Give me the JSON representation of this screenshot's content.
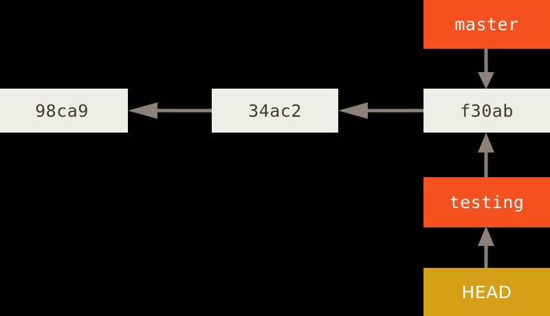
{
  "diagram": {
    "title": "git-branch-pointers",
    "background_color": "#000000",
    "arrow_color": "#8a8278",
    "commit_box_color": "#eeeee8",
    "commit_text_color": "#3e3a35",
    "branch_box_color": "#f4511e",
    "branch_text_color": "#ffffff",
    "head_box_color": "#d4a017",
    "head_text_color": "#ffffff"
  },
  "commits": [
    {
      "id": "98ca9",
      "label": "98ca9"
    },
    {
      "id": "34ac2",
      "label": "34ac2"
    },
    {
      "id": "f30ab",
      "label": "f30ab"
    }
  ],
  "branches": [
    {
      "id": "master",
      "label": "master"
    },
    {
      "id": "testing",
      "label": "testing"
    }
  ],
  "pointers": [
    {
      "id": "head",
      "label": "HEAD"
    }
  ],
  "edges": [
    {
      "from": "master",
      "to": "f30ab",
      "direction": "down"
    },
    {
      "from": "f30ab",
      "to": "34ac2",
      "direction": "left"
    },
    {
      "from": "34ac2",
      "to": "98ca9",
      "direction": "left"
    },
    {
      "from": "testing",
      "to": "f30ab",
      "direction": "up"
    },
    {
      "from": "head",
      "to": "testing",
      "direction": "up"
    }
  ]
}
